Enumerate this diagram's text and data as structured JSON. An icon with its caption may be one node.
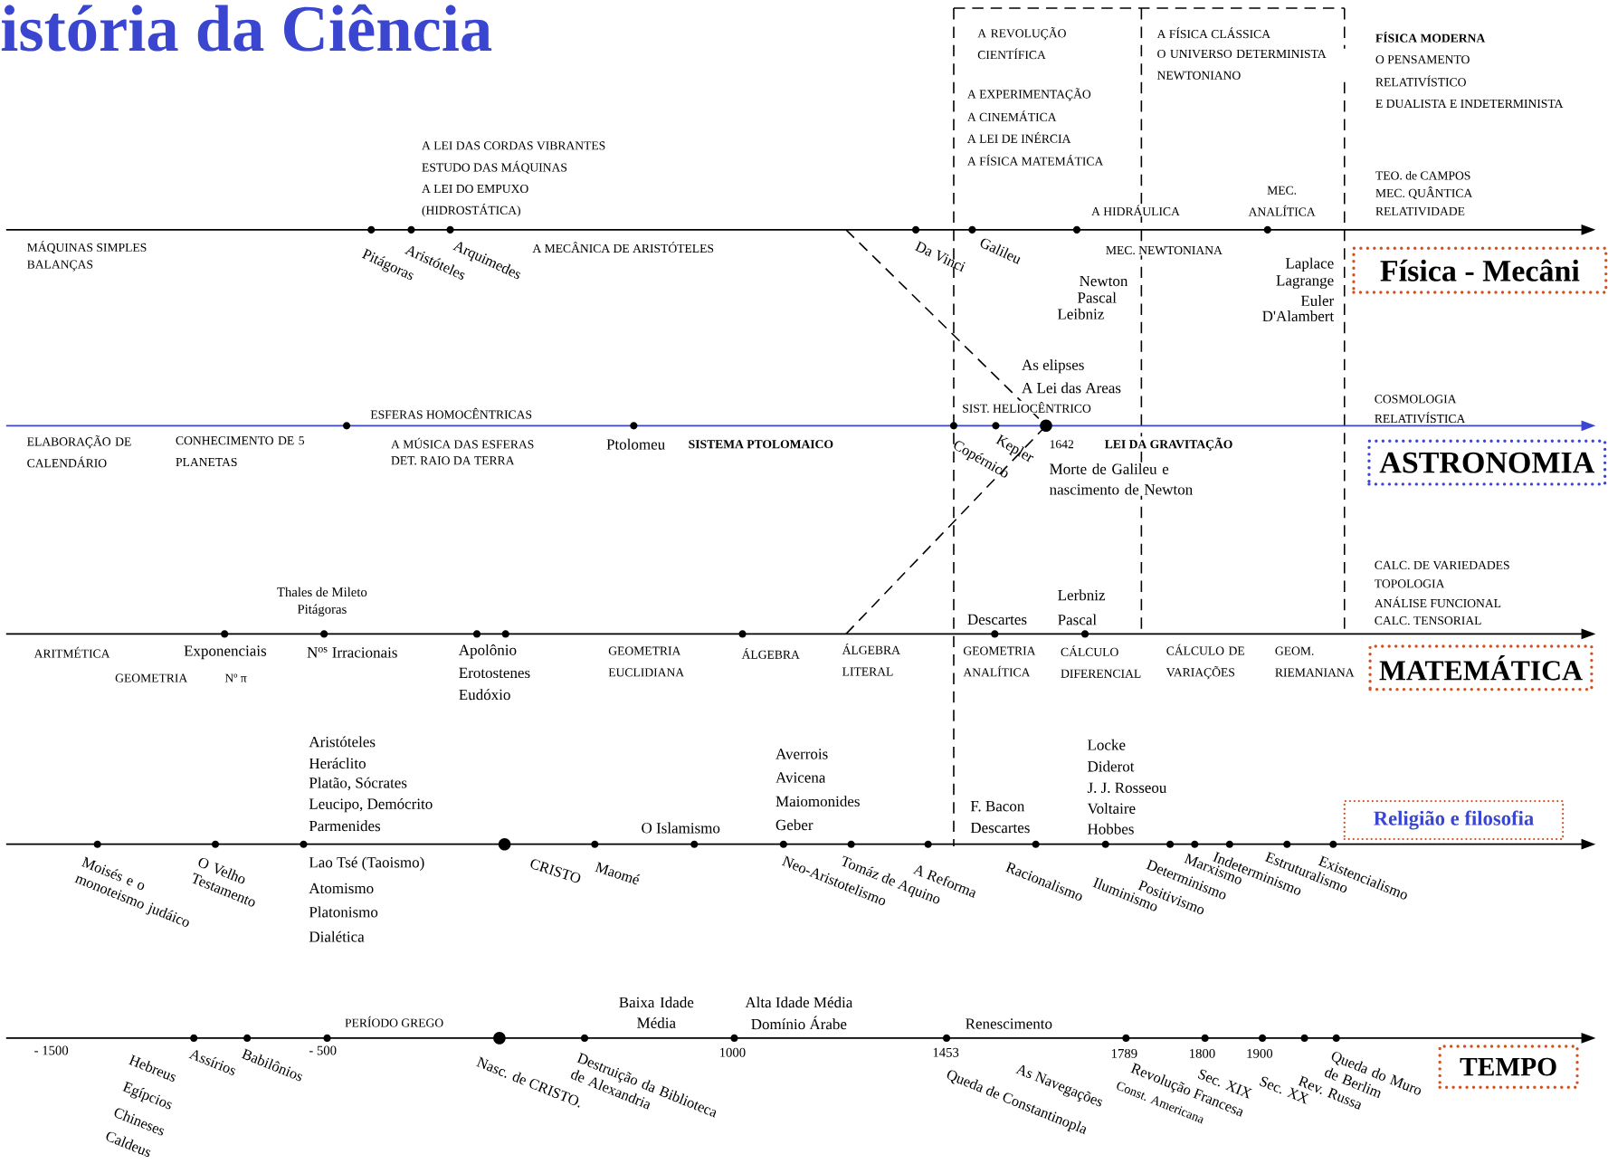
{
  "diagram": {
    "title": "istória da Ciência",
    "nodes": [
      {
        "text": [
          "Física - Mecâni"
        ]
      },
      {
        "text": [
          "ASTRONOMIA"
        ]
      },
      {
        "text": [
          "MATEMÁTICA"
        ]
      },
      {
        "text": [
          "Religião e filosofia"
        ]
      },
      {
        "text": [
          "TEMPO"
        ]
      }
    ],
    "labels": [
      "A LEI DAS CORDAS VIBRANTES",
      "ESTUDO DAS MÁQUINAS",
      "A LEI DO EMPUXO",
      "(HIDROSTÁTICA)",
      "A REVOLUÇÃO CIENTÍFICA",
      "A EXPERIMENTAÇÃO",
      "A CINEMÁTICA",
      "A LEI DE INÉRCIA",
      "A FÍSICA MATEMÁTICA",
      "A FÍSICA CLÁSSICA",
      "O UNIVERSO DETERMINISTA NEWTONIANO",
      "FÍSICA MODERNA",
      "O PENSAMENTO",
      "RELATIVÍSTICO",
      "E DUALISTA E INDETERMINISTA",
      "A HIDRÁULICA",
      "MEC. ANALÍTICA",
      "TEO. de CAMPOS",
      "MEC. QUÂNTICA",
      "RELATIVIDADE",
      "MÁQUINAS SIMPLES",
      "BALANÇAS",
      "Pitágoras",
      "Aristóteles",
      "Arquimedes",
      "A MECÂNICA DE ARISTÓTELES",
      "Da Vinci",
      "Galileu",
      "MEC. NEWTONIANA",
      "Newton",
      "Pascal",
      "Leibniz",
      "Laplace",
      "Lagrange",
      "Euler",
      "D'Alambert",
      "As elipses",
      "A Lei das Areas",
      "ESFERAS HOMOCÊNTRICAS",
      "SIST. HELIOCÊNTRICO",
      "COSMOLOGIA",
      "RELATIVÍSTICA",
      "ELABORAÇÃO DE CALENDÁRIO",
      "CONHECIMENTO DE 5 PLANETAS",
      "A MÚSICA DAS ESFERAS",
      "DET. RAIO DA TERRA",
      "Ptolomeu",
      "SISTEMA PTOLOMAICO",
      "Copérnico",
      "Kepler",
      "1642",
      "LEI DA GRAVITAÇÃO",
      "Morte de Galileu e nascimento de Newton",
      "Thales de Mileto",
      "Pitágoras",
      "Descartes",
      "Lerbniz",
      "Pascal",
      "CALC. DE VARIEDADES",
      "TOPOLOGIA",
      "ANÁLISE FUNCIONAL",
      "CALC. TENSORIAL",
      "ARITMÉTICA",
      "Exponenciais",
      "N$^{os}$ Irracionais",
      "Apolônio",
      "GEOMETRIA EUCLIDIANA",
      "ÁLGEBRA",
      "ÁLGEBRA LITERAL",
      "GEOMETRIA ANALÍTICA",
      "CÁLCULO DIFERENCIAL",
      "CÁLCULO DE VARIAÇÕES",
      "GEOM. RIEMANIANA",
      "Erotostenes",
      "GEOMETRIA",
      "Nº π",
      "Eudóxio",
      "Aristóteles",
      "Heráclito",
      "Platão, Sócrates",
      "Leucipo, Demócrito",
      "Parmenides",
      "O Islamismo",
      "Averrois",
      "Avicena",
      "Maiomonides",
      "Geber",
      "F. Bacon",
      "Descartes",
      "Locke",
      "Diderot",
      "J. J. Rosseou",
      "Voltaire",
      "Hobbes",
      "Moisés e o monoteismo judáico",
      "O Velho Testamento",
      "Lao Tsé (Taoismo)",
      "Atomismo",
      "Platonismo",
      "Dialética",
      "CRISTO",
      "Maomé",
      "Neo-Aristotelismo",
      "Tomáz de Aquino",
      "A Reforma",
      "Racionalismo",
      "Iluminismo",
      "Determinismo",
      "Positivismo",
      "Marxismo",
      "Indeterminismo",
      "Estruturalismo",
      "Existencialismo",
      "PERÍODO GREGO",
      "Baixa Idade Média",
      "Alta Idade Média",
      "Domínio Árabe",
      "Renescimento",
      "- 1500",
      "Hebreus",
      "Egípcios",
      "Chineses",
      "Caldeus",
      "Assírios",
      "Babilônios",
      "- 500",
      "Nasc. de CRISTO.",
      "Destruição da Biblioteca de Alexandria",
      "1000",
      "1453",
      "Queda de Constantinopla",
      "As Navegações",
      "1789",
      "Revolução Francesa",
      "Const. Americana",
      "1800",
      "Sec. XIX",
      "1900",
      "Sec. XX",
      "Rev. Russa",
      "Queda do Muro de Berlim"
    ]
  }
}
